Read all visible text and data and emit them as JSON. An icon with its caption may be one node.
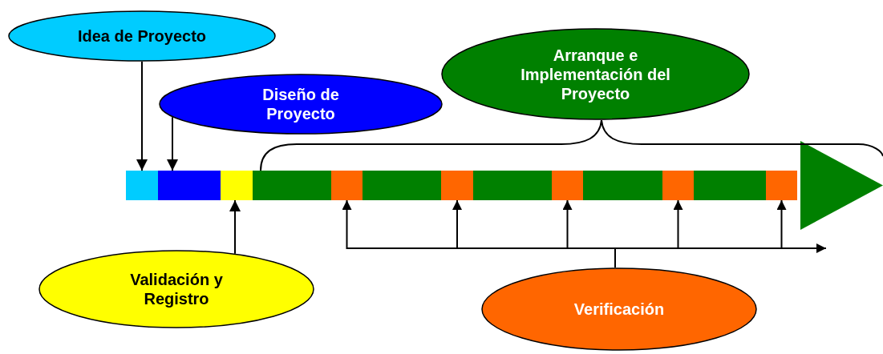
{
  "diagram": {
    "nodes": [
      {
        "text": [
          "Idea de Proyecto"
        ]
      },
      {
        "text": [
          "Diseño de Proyecto"
        ]
      },
      {
        "text": [
          "Arranque e Implementación del Proyecto"
        ]
      },
      {
        "text": [
          "Validación y Registro"
        ]
      },
      {
        "text": [
          "Verificación"
        ]
      },
      {
        "text": [],
        "shape": "bar"
      },
      {
        "text": [],
        "shape": "bar"
      },
      {
        "text": [],
        "shape": "bar"
      },
      {
        "text": [],
        "shape": "bar"
      },
      {
        "text": [],
        "shape": "bar"
      },
      {
        "text": [],
        "shape": "bar"
      },
      {
        "text": [],
        "shape": "bar"
      },
      {
        "text": [],
        "shape": "bar"
      },
      {
        "text": [],
        "shape": "bar"
      },
      {
        "text": [],
        "shape": "bar"
      },
      {
        "text": [],
        "shape": "bar"
      },
      {
        "text": [],
        "shape": "bar"
      },
      {
        "text": [],
        "shape": "bar"
      }
    ],
    "edges": [
      {
        "from": 0,
        "to": 5,
        "arrow": "to"
      },
      {
        "from": 1,
        "to": 6,
        "arrow": "to"
      },
      {
        "from": 3,
        "to": 7,
        "arrow": "to"
      },
      {
        "from": 4,
        "to": 9,
        "arrow": "to"
      },
      {
        "from": 4,
        "to": 11,
        "arrow": "to"
      },
      {
        "from": 4,
        "to": 13,
        "arrow": "to"
      },
      {
        "from": 4,
        "to": 15,
        "arrow": "to"
      },
      {
        "from": 4,
        "to": 17,
        "arrow": "to"
      },
      {
        "from": 4,
        "to": null,
        "arrow": "to"
      }
    ]
  }
}
